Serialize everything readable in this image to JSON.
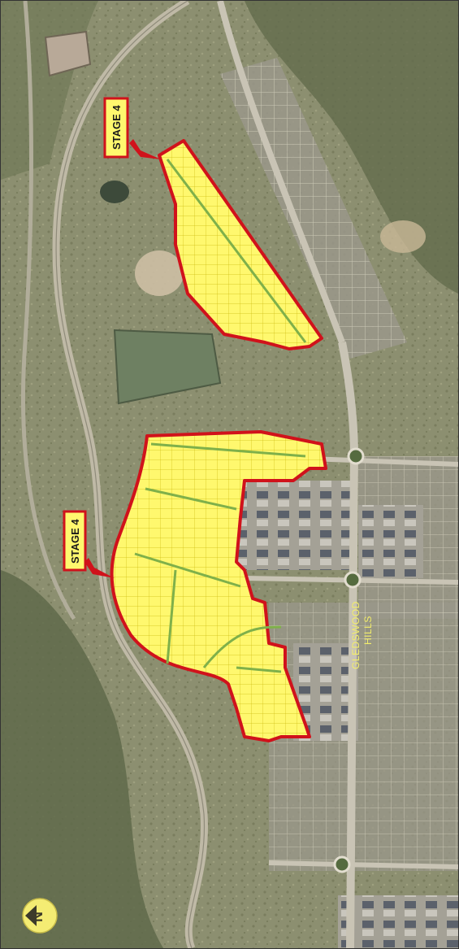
{
  "map": {
    "stage_labels": [
      {
        "text": "STAGE 4"
      },
      {
        "text": "STAGE 4"
      }
    ],
    "street_label": {
      "line1": "GLEDSWOOD",
      "line2": "HILLS"
    },
    "north_arrow": {
      "letter": "N"
    },
    "colors": {
      "stage_fill": "#fff86e",
      "stage_outline": "#d0121b",
      "lot_lines": "#c9b800",
      "internal_road": "#7fb04a",
      "street_label": "#f3ee6a",
      "north_arrow_bg": "#f4ec73"
    }
  }
}
